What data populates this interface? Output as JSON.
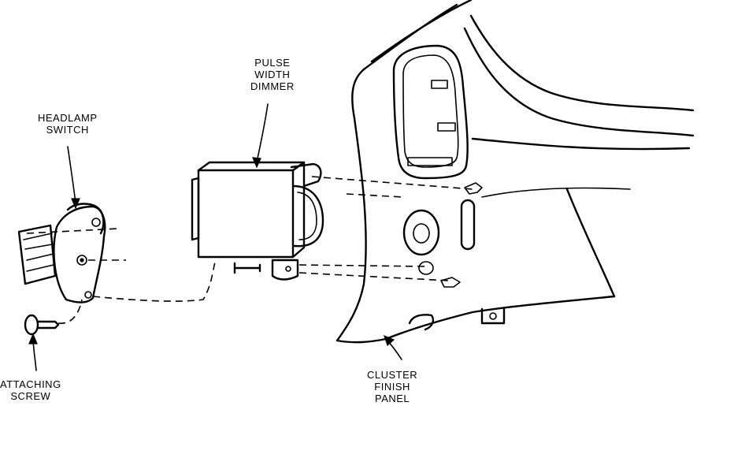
{
  "labels": {
    "pulse_width_dimmer": [
      "PULSE",
      "WIDTH",
      "DIMMER"
    ],
    "headlamp_switch": [
      "HEADLAMP",
      "SWITCH"
    ],
    "attaching_screw": [
      "ATTACHING",
      "SCREW"
    ],
    "cluster_finish_panel": [
      "CLUSTER",
      "FINISH",
      "PANEL"
    ]
  }
}
